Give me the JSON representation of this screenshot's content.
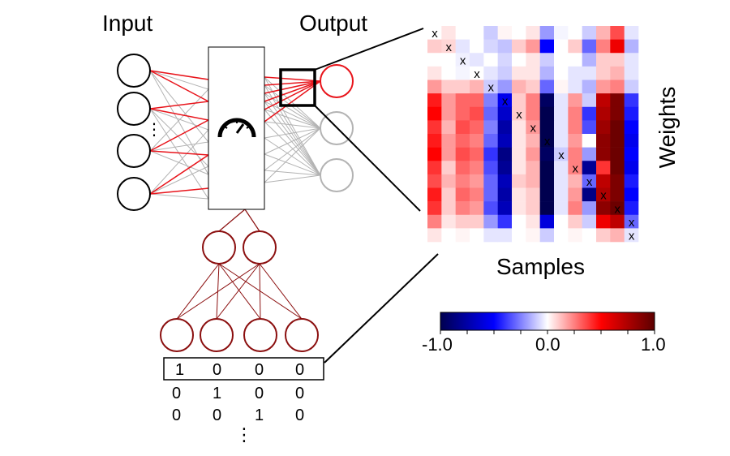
{
  "labels": {
    "input": "Input",
    "output": "Output",
    "weights": "Weights",
    "samples": "Samples",
    "ellipsis": "⋮",
    "marker": "x"
  },
  "colorbar": {
    "ticks": [
      "-1.0",
      "0.0",
      "1.0"
    ],
    "min": -1.0,
    "max": 1.0,
    "colors": [
      "#00004f",
      "#0000ff",
      "#ffffff",
      "#ff0000",
      "#5c0000"
    ]
  },
  "onehot_rows": [
    [
      "1",
      "0",
      "0",
      "0"
    ],
    [
      "0",
      "1",
      "0",
      "0"
    ],
    [
      "0",
      "0",
      "1",
      "0"
    ]
  ],
  "icons": {
    "gauge": "gauge-icon"
  },
  "colors": {
    "active_edge": "#e8141b",
    "inactive_edge": "#b3b3b3",
    "embedding": "#8b0f0f",
    "black": "#000000"
  },
  "heatmap": {
    "rows": 16,
    "cols": 15,
    "markers": [
      [
        0,
        0
      ],
      [
        1,
        1
      ],
      [
        2,
        2
      ],
      [
        3,
        3
      ],
      [
        4,
        4
      ],
      [
        5,
        5
      ],
      [
        6,
        6
      ],
      [
        7,
        7
      ],
      [
        8,
        8
      ],
      [
        9,
        9
      ],
      [
        10,
        10
      ],
      [
        11,
        11
      ],
      [
        12,
        12
      ],
      [
        13,
        13
      ],
      [
        14,
        14
      ],
      [
        15,
        14
      ]
    ],
    "values": [
      [
        0.0,
        0.05,
        0.0,
        0.0,
        -0.1,
        0.02,
        0.0,
        0.05,
        -0.2,
        -0.02,
        0.0,
        -0.1,
        0.15,
        0.35,
        -0.05
      ],
      [
        0.1,
        0.08,
        -0.05,
        0.0,
        -0.08,
        -0.12,
        0.1,
        0.2,
        -0.5,
        0.0,
        0.1,
        -0.3,
        0.25,
        0.55,
        -0.15
      ],
      [
        0.0,
        0.0,
        -0.03,
        -0.05,
        0.0,
        -0.08,
        0.0,
        0.05,
        -0.1,
        0.0,
        0.0,
        -0.15,
        0.1,
        0.1,
        -0.05
      ],
      [
        0.05,
        0.0,
        -0.02,
        0.0,
        -0.05,
        -0.1,
        0.05,
        0.05,
        -0.15,
        0.0,
        -0.05,
        -0.05,
        0.1,
        0.15,
        -0.05
      ],
      [
        0.2,
        0.1,
        0.1,
        0.15,
        -0.1,
        -0.2,
        0.15,
        0.1,
        -0.3,
        0.02,
        -0.05,
        -0.15,
        0.2,
        0.25,
        -0.1
      ],
      [
        0.45,
        0.2,
        0.3,
        0.3,
        -0.25,
        -0.55,
        0.1,
        0.25,
        -0.95,
        -0.05,
        0.2,
        -0.1,
        0.7,
        0.9,
        -0.4
      ],
      [
        0.5,
        0.2,
        0.3,
        0.35,
        -0.3,
        -0.65,
        0.1,
        0.25,
        -1.0,
        -0.05,
        0.25,
        -0.4,
        0.75,
        0.9,
        -0.45
      ],
      [
        0.4,
        0.15,
        0.35,
        0.3,
        -0.25,
        -0.75,
        0.05,
        0.2,
        -1.0,
        -0.05,
        0.25,
        -0.35,
        0.8,
        0.95,
        -0.5
      ],
      [
        0.45,
        0.2,
        0.3,
        0.25,
        -0.3,
        -0.7,
        0.05,
        0.15,
        -1.0,
        -0.05,
        0.2,
        0.0,
        0.85,
        0.95,
        -0.55
      ],
      [
        0.5,
        0.2,
        0.35,
        0.3,
        -0.4,
        -0.85,
        0.05,
        0.2,
        -0.95,
        -0.1,
        0.25,
        -0.2,
        0.85,
        0.95,
        -0.5
      ],
      [
        0.4,
        0.1,
        0.3,
        0.25,
        -0.35,
        -0.8,
        0.05,
        0.15,
        -1.0,
        -0.05,
        0.25,
        -0.8,
        0.4,
        0.95,
        -0.55
      ],
      [
        0.35,
        0.15,
        0.25,
        0.2,
        -0.3,
        -0.7,
        0.1,
        0.15,
        -1.0,
        -0.05,
        0.15,
        -0.3,
        0.7,
        0.9,
        -0.45
      ],
      [
        0.45,
        0.1,
        0.3,
        0.25,
        -0.3,
        -0.75,
        0.05,
        0.1,
        -1.0,
        -0.05,
        0.2,
        -0.85,
        0.75,
        0.9,
        -0.5
      ],
      [
        0.4,
        0.1,
        0.25,
        0.2,
        -0.35,
        -0.7,
        0.05,
        0.1,
        -1.0,
        -0.05,
        0.25,
        -0.2,
        0.85,
        0.95,
        -0.45
      ],
      [
        0.25,
        0.05,
        0.1,
        0.1,
        -0.2,
        -0.4,
        0.0,
        0.05,
        -0.6,
        0.0,
        0.1,
        -0.1,
        0.55,
        0.7,
        -0.3
      ],
      [
        0.05,
        0.0,
        0.02,
        0.0,
        -0.05,
        -0.05,
        0.0,
        0.02,
        -0.1,
        0.0,
        0.02,
        0.0,
        0.1,
        0.15,
        -0.05
      ]
    ]
  }
}
